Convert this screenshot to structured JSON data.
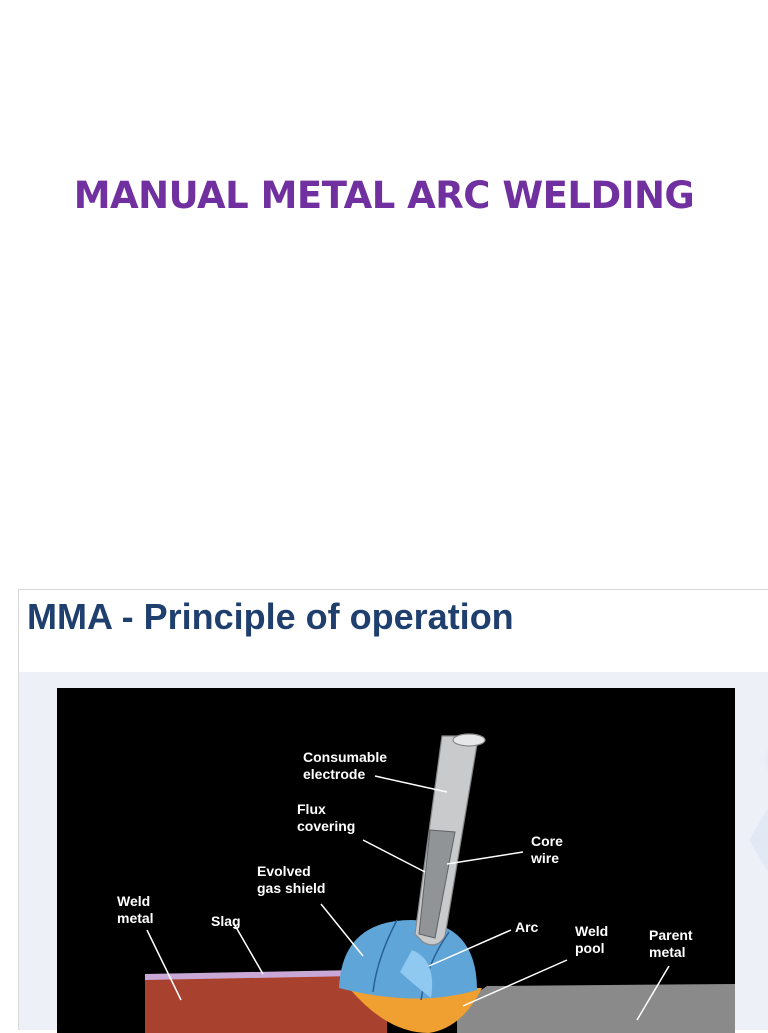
{
  "page_title": "MANUAL METAL ARC WELDING",
  "slide": {
    "title": "MMA - Principle of operation"
  },
  "diagram": {
    "labels": {
      "consumable_electrode": [
        "Consumable",
        "electrode"
      ],
      "flux_covering": [
        "Flux",
        "covering"
      ],
      "core_wire": [
        "Core",
        "wire"
      ],
      "evolved_gas_shield": [
        "Evolved",
        "gas shield"
      ],
      "weld_metal": [
        "Weld",
        "metal"
      ],
      "slag": [
        "Slag"
      ],
      "arc": [
        "Arc"
      ],
      "weld_pool": [
        "Weld",
        "pool"
      ],
      "parent_metal": [
        "Parent",
        "metal"
      ]
    },
    "colors": {
      "background": "#000000",
      "weld_metal": "#a8422e",
      "parent_metal": "#8a8a8a",
      "gas_shield": "#5fa5d8",
      "slag": "#c9a8d8",
      "weld_pool": "#f0a030",
      "electrode": "#c8cacc",
      "title": "#7030a0",
      "slide_title": "#1f3f6e"
    }
  }
}
